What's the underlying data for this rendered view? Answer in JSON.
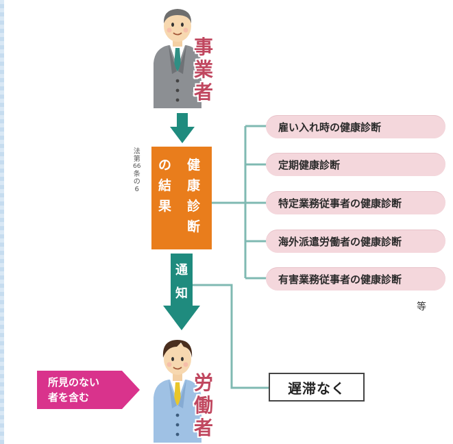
{
  "employer": {
    "label_chars": [
      "事",
      "業",
      "者"
    ]
  },
  "worker": {
    "label_chars": [
      "労",
      "働",
      "者"
    ]
  },
  "result_box": {
    "col_right": [
      "健",
      "康",
      "診",
      "断"
    ],
    "col_left": [
      "の",
      "結",
      "果"
    ]
  },
  "law_reference_chars": [
    "法",
    "第",
    "66",
    "条",
    "の",
    "6"
  ],
  "notify_chars": [
    "通",
    "知"
  ],
  "checkups": [
    "雇い入れ時の健康診断",
    "定期健康診断",
    "特定業務従事者の健康診断",
    "海外派遣労働者の健康診断",
    "有害業務従事者の健康診断"
  ],
  "etc_label": "等",
  "delay_label": "遅滞なく",
  "findings_tag": [
    "所見のない",
    "者を含む"
  ],
  "colors": {
    "teal": "#1f8b7e",
    "orange": "#e97d1c",
    "pink_text": "#c0475f",
    "magenta": "#d9338c",
    "pill": "#f4d7dc",
    "line": "#7fb9b2"
  },
  "icons": [
    "employer-figure-icon",
    "worker-figure-icon"
  ]
}
